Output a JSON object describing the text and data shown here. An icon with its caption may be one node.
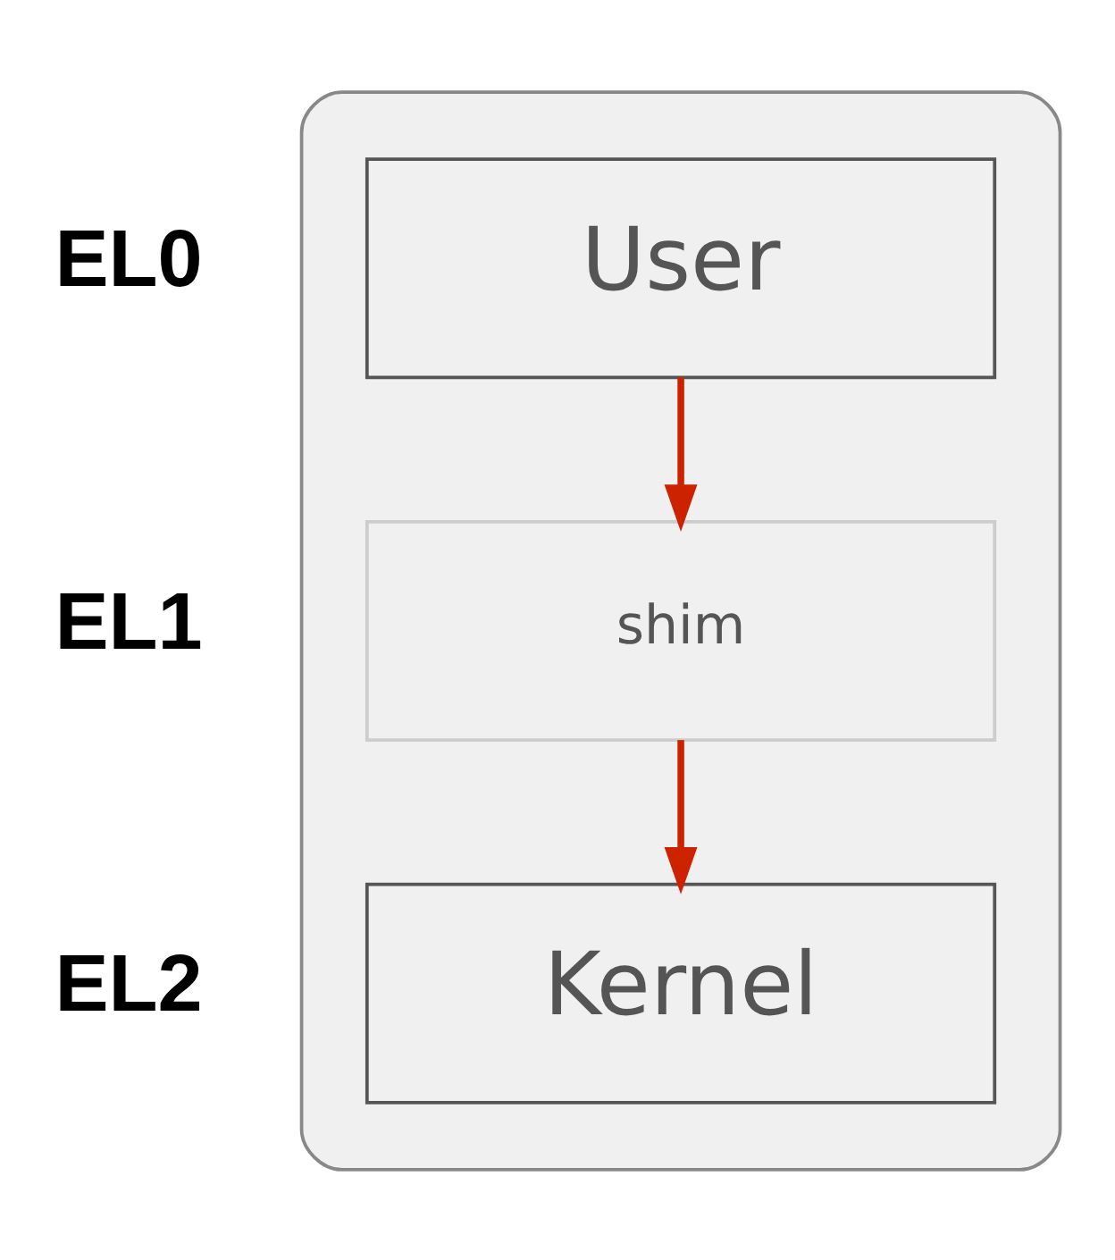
{
  "diagram": {
    "nodes": [
      {
        "text": [],
        "shape": "box"
      },
      {
        "text": [
          "User"
        ],
        "in": 0
      },
      {
        "text": [
          "shim"
        ],
        "in": 0
      },
      {
        "text": [
          "Kernel"
        ],
        "in": 0
      }
    ],
    "edges": [
      {
        "from": 1,
        "to": 2,
        "arrow": "to"
      },
      {
        "from": 2,
        "to": 3,
        "arrow": "to"
      }
    ],
    "labels": [
      "EL0",
      "EL1",
      "EL2"
    ]
  }
}
